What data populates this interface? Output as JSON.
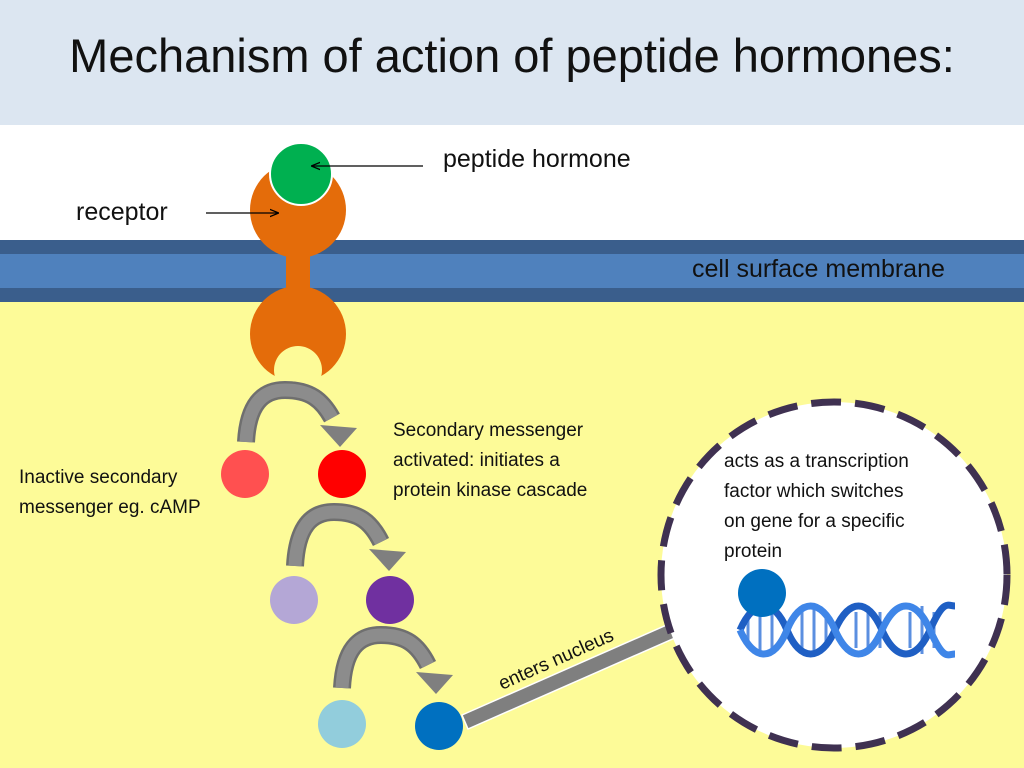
{
  "title": "Mechanism of action of peptide hormones:",
  "labels": {
    "peptide_hormone": "peptide hormone",
    "receptor": "receptor",
    "membrane": "cell surface membrane",
    "inactive_messenger": "Inactive secondary\nmessenger eg. cAMP",
    "activated_messenger": "Secondary messenger\nactivated: initiates a\nprotein kinase cascade",
    "transcription_factor": "acts as a transcription\nfactor which switches\non gene for a specific\nprotein",
    "enters_nucleus": "enters nucleus"
  },
  "colors": {
    "title_bg": "#dce6f1",
    "cytoplasm": "#fdfb98",
    "membrane_outer": "#3a5e8c",
    "membrane_inner": "#4f81bd",
    "receptor": "#e46c0a",
    "hormone": "#00b050",
    "arrow": "#7f7f7f",
    "stage1_inactive": "#ff5050",
    "stage1_active": "#ff0000",
    "stage2_inactive": "#b4a7d6",
    "stage2_active": "#7030a0",
    "stage3_inactive": "#92cddc",
    "stage3_active": "#0070c0",
    "nucleus_border": "#3f3151",
    "dna": "#2f6fd6"
  },
  "icons": [
    "hormone-molecule",
    "receptor-protein",
    "curved-arrow",
    "dna-helix"
  ]
}
